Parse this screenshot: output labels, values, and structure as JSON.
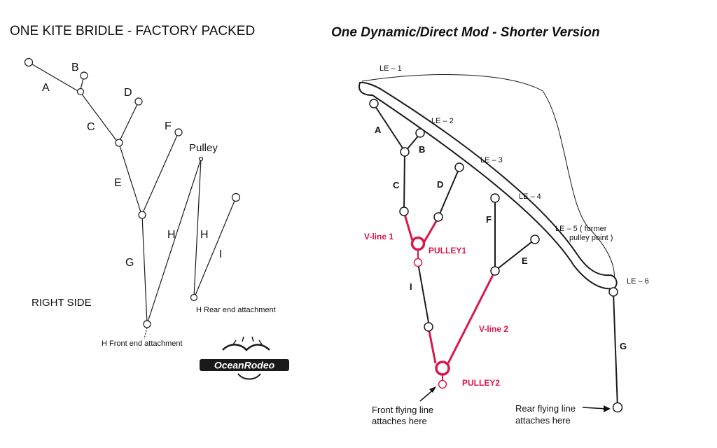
{
  "left": {
    "title": "ONE KITE BRIDLE - FACTORY PACKED",
    "labels": {
      "a": "A",
      "b": "B",
      "c": "C",
      "d": "D",
      "e": "E",
      "f": "F",
      "g": "G",
      "h1": "H",
      "h2": "H",
      "i": "I"
    },
    "pulley": "Pulley",
    "side": "RIGHT SIDE",
    "rear_attach": "H Rear end attachment",
    "front_attach": "H Front end attachment",
    "logo": "OceanRodeo"
  },
  "right": {
    "title": "One Dynamic/Direct Mod - Shorter Version",
    "le": {
      "le1": "LE – 1",
      "le2": "LE – 2",
      "le3": "LE – 3",
      "le4": "LE – 4",
      "le5a": "LE – 5 ( former",
      "le5b": "pulley point )",
      "le6": "LE – 6"
    },
    "labels": {
      "a": "A",
      "b": "B",
      "c": "C",
      "d": "D",
      "e": "E",
      "f": "F",
      "g": "G",
      "i": "I"
    },
    "vline1": "V-line 1",
    "vline2": "V-line 2",
    "pulley1": "PULLEY1",
    "pulley2": "PULLEY2",
    "front_note": [
      "Front flying line",
      "attaches here"
    ],
    "rear_note": [
      "Rear flying line",
      "attaches here"
    ]
  },
  "colors": {
    "accent_red": "#d8184a",
    "ink": "#1a1a1a"
  }
}
